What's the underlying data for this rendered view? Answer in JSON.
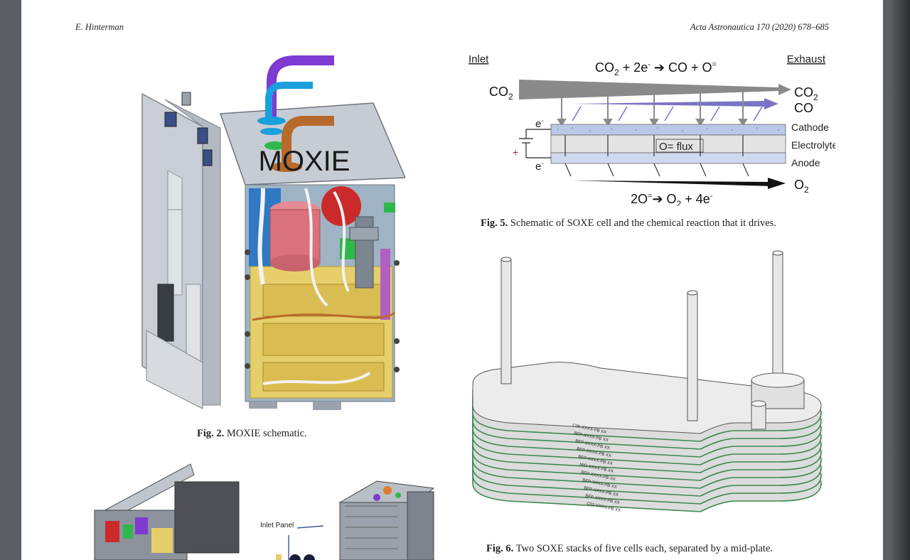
{
  "header": {
    "author": "E. Hinterman",
    "journal": "Acta Astronautica 170 (2020) 678–685"
  },
  "fig2": {
    "label": "Fig. 2.",
    "caption": "MOXIE schematic.",
    "overlay_text": "MOXIE"
  },
  "fig5": {
    "label": "Fig. 5.",
    "caption": "Schematic of SOXE cell and the chemical reaction that it drives.",
    "inlet": "Inlet",
    "exhaust": "Exhaust",
    "layers": [
      "Cathode",
      "Electrolyte",
      "Anode"
    ],
    "flux_label": "O= flux",
    "electron": "e",
    "plus": "+"
  },
  "fig6": {
    "label": "Fig. 6.",
    "caption": "Two SOXE stacks of five cells each, separated by a mid-plate.",
    "plate_labels": [
      "C05-XXXX-PB XX",
      "BFP-XXXX-PB XX",
      "BFP-XXXX-PB XX",
      "BFP-XXXX-PB XX",
      "BFP-XXXX-PB XX",
      "MID-XXXX-PB XX",
      "BFP-XXXX-PB XX",
      "BFP-XXXX-PB XX",
      "BFP-XXXX-PB XX",
      "BFP-XXXX-PB XX",
      "C02-XXXX-PB XX"
    ]
  },
  "fig_bottom": {
    "inlet_panel": "Inlet Panel"
  },
  "colors": {
    "purple_pipe": "#7d3bd1",
    "blue_pipe": "#1aa0dc",
    "copper_pipe": "#b86a2c",
    "gold_block": "#e6cf6a",
    "pink_block": "#d9727a",
    "arrow_gray": "#8a8a8a",
    "arrow_purple": "#7b74c4"
  }
}
